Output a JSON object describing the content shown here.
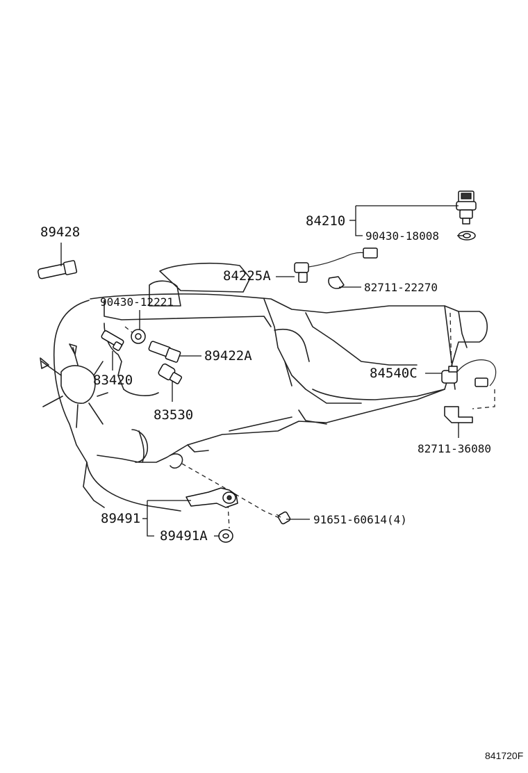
{
  "parts": {
    "p84210": "84210",
    "p90430_18008": "90430-18008",
    "p89428": "89428",
    "p84225A": "84225A",
    "p82711_22270": "82711-22270",
    "p90430_12221": "90430-12221",
    "p89422A": "89422A",
    "p83420": "83420",
    "p84540C": "84540C",
    "p83530": "83530",
    "p82711_36080": "82711-36080",
    "p89491": "89491",
    "p91651_60614": "91651-60614(4)",
    "p89491A": "89491A"
  },
  "diagram_id": "841720F",
  "icons": [
    "oil-pressure-switch-icon",
    "washer-icon",
    "temperature-sensor-icon",
    "knock-sensor-icon",
    "clamp-icon",
    "gasket-icon",
    "bracket-icon",
    "bolt-icon",
    "engine-block-icon",
    "fan-icon"
  ]
}
